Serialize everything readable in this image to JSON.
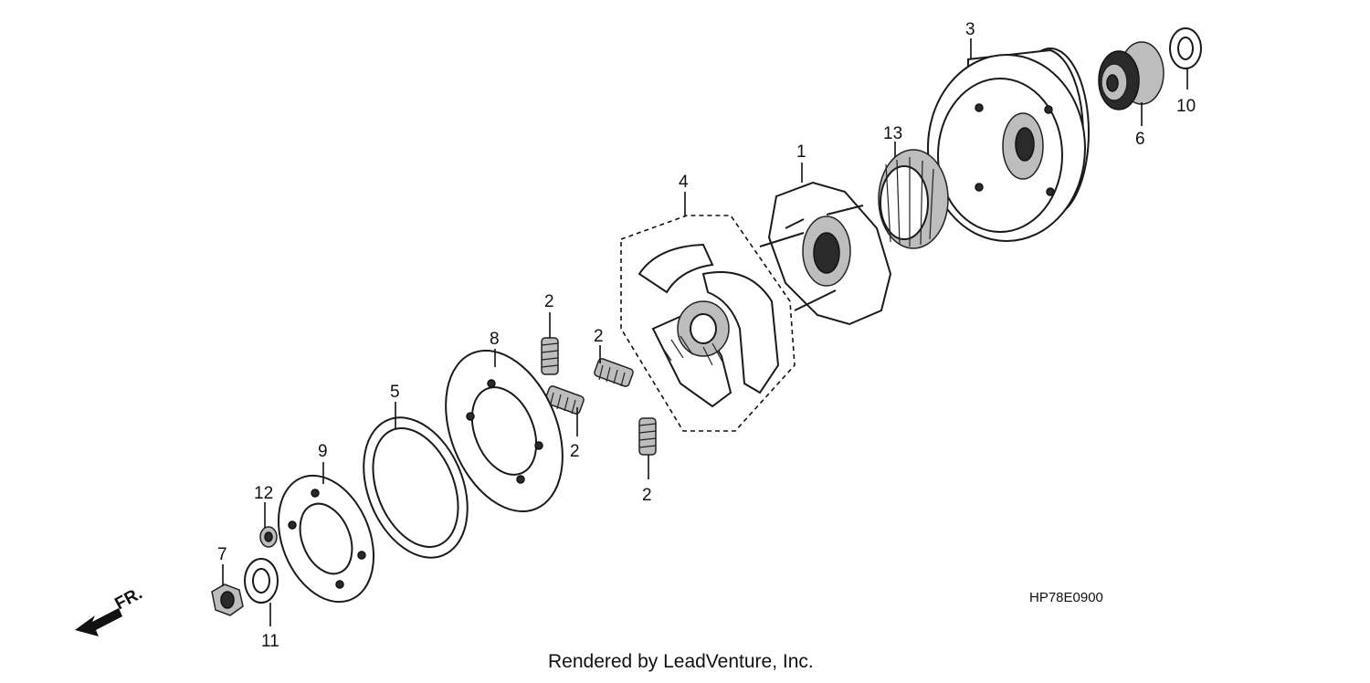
{
  "callouts": [
    "1",
    "2",
    "3",
    "4",
    "5",
    "6",
    "7",
    "8",
    "9",
    "10",
    "11",
    "12",
    "13"
  ],
  "direction_label": "FR.",
  "diagram_code": "HP78E0900",
  "credit": "Rendered by LeadVenture, Inc."
}
